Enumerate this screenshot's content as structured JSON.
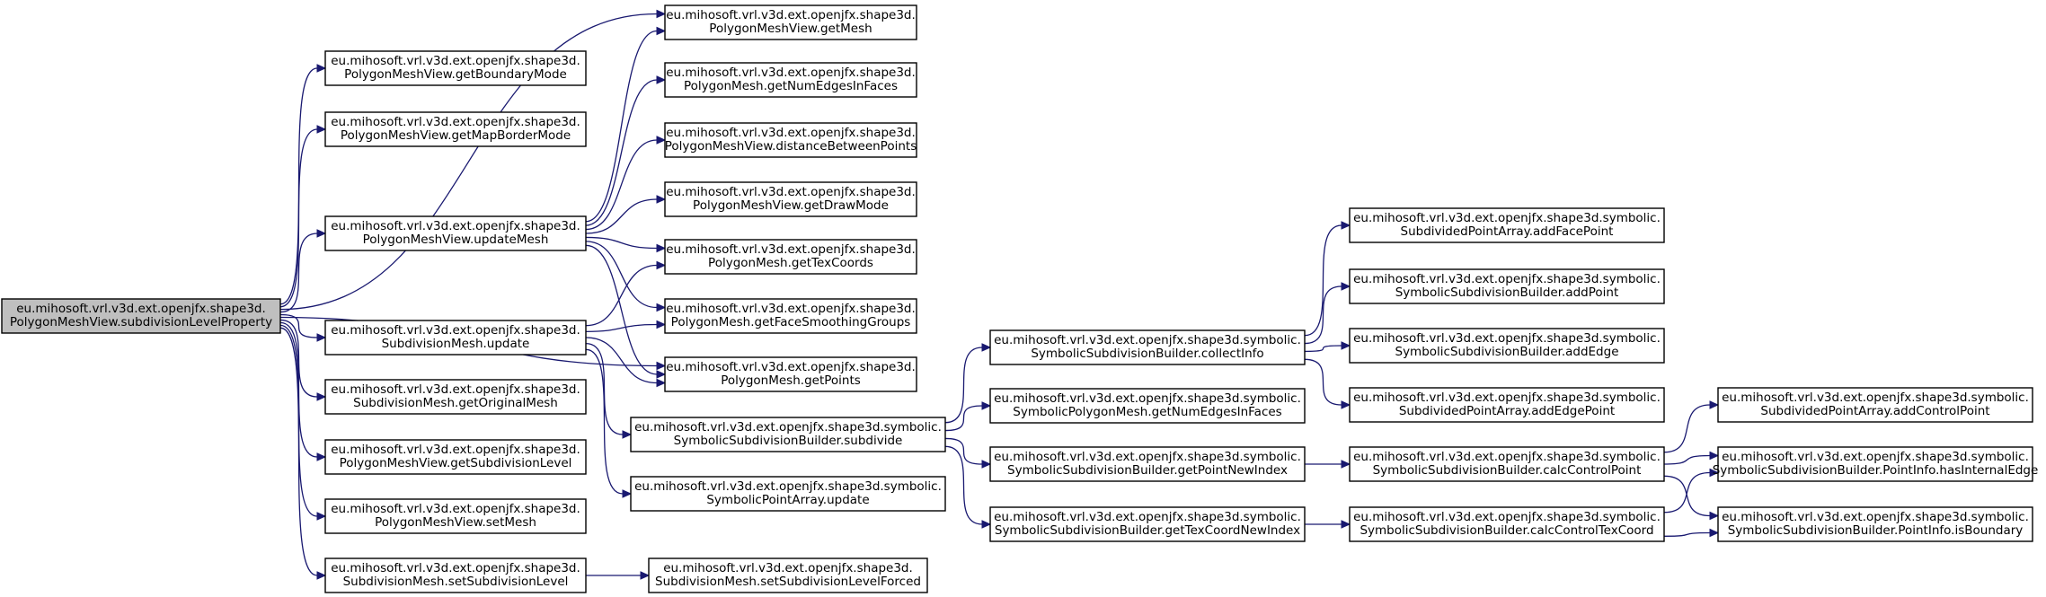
{
  "colors": {
    "edge": "#191970",
    "node_border": "#000000",
    "root_fill": "#bfbfbf",
    "node_fill": "#ffffff"
  },
  "nodes": [
    {
      "id": "root",
      "root": true,
      "line1": "eu.mihosoft.vrl.v3d.ext.openjfx.shape3d.",
      "line2": "PolygonMeshView.subdivisionLevelProperty"
    },
    {
      "id": "getBoundaryMode",
      "line1": "eu.mihosoft.vrl.v3d.ext.openjfx.shape3d.",
      "line2": "PolygonMeshView.getBoundaryMode"
    },
    {
      "id": "getMapBorderMode",
      "line1": "eu.mihosoft.vrl.v3d.ext.openjfx.shape3d.",
      "line2": "PolygonMeshView.getMapBorderMode"
    },
    {
      "id": "updateMesh",
      "line1": "eu.mihosoft.vrl.v3d.ext.openjfx.shape3d.",
      "line2": "PolygonMeshView.updateMesh"
    },
    {
      "id": "smUpdate",
      "line1": "eu.mihosoft.vrl.v3d.ext.openjfx.shape3d.",
      "line2": "SubdivisionMesh.update"
    },
    {
      "id": "getOriginalMesh",
      "line1": "eu.mihosoft.vrl.v3d.ext.openjfx.shape3d.",
      "line2": "SubdivisionMesh.getOriginalMesh"
    },
    {
      "id": "getSubdivisionLevel",
      "line1": "eu.mihosoft.vrl.v3d.ext.openjfx.shape3d.",
      "line2": "PolygonMeshView.getSubdivisionLevel"
    },
    {
      "id": "setMesh",
      "line1": "eu.mihosoft.vrl.v3d.ext.openjfx.shape3d.",
      "line2": "PolygonMeshView.setMesh"
    },
    {
      "id": "setSubdivisionLevel",
      "line1": "eu.mihosoft.vrl.v3d.ext.openjfx.shape3d.",
      "line2": "SubdivisionMesh.setSubdivisionLevel"
    },
    {
      "id": "getMesh",
      "line1": "eu.mihosoft.vrl.v3d.ext.openjfx.shape3d.",
      "line2": "PolygonMeshView.getMesh"
    },
    {
      "id": "getNumEdgesInFaces",
      "line1": "eu.mihosoft.vrl.v3d.ext.openjfx.shape3d.",
      "line2": "PolygonMesh.getNumEdgesInFaces"
    },
    {
      "id": "distanceBetweenPoints",
      "line1": "eu.mihosoft.vrl.v3d.ext.openjfx.shape3d.",
      "line2": "PolygonMeshView.distanceBetweenPoints"
    },
    {
      "id": "getDrawMode",
      "line1": "eu.mihosoft.vrl.v3d.ext.openjfx.shape3d.",
      "line2": "PolygonMeshView.getDrawMode"
    },
    {
      "id": "getTexCoords",
      "line1": "eu.mihosoft.vrl.v3d.ext.openjfx.shape3d.",
      "line2": "PolygonMesh.getTexCoords"
    },
    {
      "id": "getFaceSmoothingGroups",
      "line1": "eu.mihosoft.vrl.v3d.ext.openjfx.shape3d.",
      "line2": "PolygonMesh.getFaceSmoothingGroups"
    },
    {
      "id": "getPoints",
      "line1": "eu.mihosoft.vrl.v3d.ext.openjfx.shape3d.",
      "line2": "PolygonMesh.getPoints"
    },
    {
      "id": "subdivide",
      "line1": "eu.mihosoft.vrl.v3d.ext.openjfx.shape3d.symbolic.",
      "line2": "SymbolicSubdivisionBuilder.subdivide"
    },
    {
      "id": "spaUpdate",
      "line1": "eu.mihosoft.vrl.v3d.ext.openjfx.shape3d.symbolic.",
      "line2": "SymbolicPointArray.update"
    },
    {
      "id": "setSubdivisionLevelForced",
      "line1": "eu.mihosoft.vrl.v3d.ext.openjfx.shape3d.",
      "line2": "SubdivisionMesh.setSubdivisionLevelForced"
    },
    {
      "id": "collectInfo",
      "line1": "eu.mihosoft.vrl.v3d.ext.openjfx.shape3d.symbolic.",
      "line2": "SymbolicSubdivisionBuilder.collectInfo"
    },
    {
      "id": "symGetNumEdges",
      "line1": "eu.mihosoft.vrl.v3d.ext.openjfx.shape3d.symbolic.",
      "line2": "SymbolicPolygonMesh.getNumEdgesInFaces"
    },
    {
      "id": "getPointNewIndex",
      "line1": "eu.mihosoft.vrl.v3d.ext.openjfx.shape3d.symbolic.",
      "line2": "SymbolicSubdivisionBuilder.getPointNewIndex"
    },
    {
      "id": "getTexCoordNewIndex",
      "line1": "eu.mihosoft.vrl.v3d.ext.openjfx.shape3d.symbolic.",
      "line2": "SymbolicSubdivisionBuilder.getTexCoordNewIndex"
    },
    {
      "id": "addFacePoint",
      "line1": "eu.mihosoft.vrl.v3d.ext.openjfx.shape3d.symbolic.",
      "line2": "SubdividedPointArray.addFacePoint"
    },
    {
      "id": "addPoint",
      "line1": "eu.mihosoft.vrl.v3d.ext.openjfx.shape3d.symbolic.",
      "line2": "SymbolicSubdivisionBuilder.addPoint"
    },
    {
      "id": "addEdge",
      "line1": "eu.mihosoft.vrl.v3d.ext.openjfx.shape3d.symbolic.",
      "line2": "SymbolicSubdivisionBuilder.addEdge"
    },
    {
      "id": "addEdgePoint",
      "line1": "eu.mihosoft.vrl.v3d.ext.openjfx.shape3d.symbolic.",
      "line2": "SubdividedPointArray.addEdgePoint"
    },
    {
      "id": "calcControlPoint",
      "line1": "eu.mihosoft.vrl.v3d.ext.openjfx.shape3d.symbolic.",
      "line2": "SymbolicSubdivisionBuilder.calcControlPoint"
    },
    {
      "id": "calcControlTexCoord",
      "line1": "eu.mihosoft.vrl.v3d.ext.openjfx.shape3d.symbolic.",
      "line2": "SymbolicSubdivisionBuilder.calcControlTexCoord"
    },
    {
      "id": "addControlPoint",
      "line1": "eu.mihosoft.vrl.v3d.ext.openjfx.shape3d.symbolic.",
      "line2": "SubdividedPointArray.addControlPoint"
    },
    {
      "id": "hasInternalEdge",
      "line1": "eu.mihosoft.vrl.v3d.ext.openjfx.shape3d.symbolic.",
      "line2": "SymbolicSubdivisionBuilder.PointInfo.hasInternalEdge"
    },
    {
      "id": "isBoundary",
      "line1": "eu.mihosoft.vrl.v3d.ext.openjfx.shape3d.symbolic.",
      "line2": "SymbolicSubdivisionBuilder.PointInfo.isBoundary"
    }
  ],
  "edges": [
    {
      "from": "root",
      "to": "getBoundaryMode"
    },
    {
      "from": "root",
      "to": "getMapBorderMode"
    },
    {
      "from": "root",
      "to": "getMesh"
    },
    {
      "from": "root",
      "to": "updateMesh"
    },
    {
      "from": "root",
      "to": "smUpdate"
    },
    {
      "from": "root",
      "to": "getPoints"
    },
    {
      "from": "root",
      "to": "getOriginalMesh"
    },
    {
      "from": "root",
      "to": "getSubdivisionLevel"
    },
    {
      "from": "root",
      "to": "setMesh"
    },
    {
      "from": "root",
      "to": "setSubdivisionLevel"
    },
    {
      "from": "updateMesh",
      "to": "getMesh"
    },
    {
      "from": "updateMesh",
      "to": "getNumEdgesInFaces"
    },
    {
      "from": "updateMesh",
      "to": "distanceBetweenPoints"
    },
    {
      "from": "updateMesh",
      "to": "getDrawMode"
    },
    {
      "from": "updateMesh",
      "to": "getTexCoords"
    },
    {
      "from": "updateMesh",
      "to": "getFaceSmoothingGroups"
    },
    {
      "from": "updateMesh",
      "to": "getPoints"
    },
    {
      "from": "smUpdate",
      "to": "getTexCoords"
    },
    {
      "from": "smUpdate",
      "to": "getFaceSmoothingGroups"
    },
    {
      "from": "smUpdate",
      "to": "getPoints"
    },
    {
      "from": "smUpdate",
      "to": "subdivide"
    },
    {
      "from": "smUpdate",
      "to": "spaUpdate"
    },
    {
      "from": "setSubdivisionLevel",
      "to": "setSubdivisionLevelForced"
    },
    {
      "from": "subdivide",
      "to": "collectInfo"
    },
    {
      "from": "subdivide",
      "to": "symGetNumEdges"
    },
    {
      "from": "subdivide",
      "to": "getPointNewIndex"
    },
    {
      "from": "subdivide",
      "to": "getTexCoordNewIndex"
    },
    {
      "from": "collectInfo",
      "to": "addFacePoint"
    },
    {
      "from": "collectInfo",
      "to": "addPoint"
    },
    {
      "from": "collectInfo",
      "to": "addEdge"
    },
    {
      "from": "collectInfo",
      "to": "addEdgePoint"
    },
    {
      "from": "getPointNewIndex",
      "to": "calcControlPoint"
    },
    {
      "from": "getTexCoordNewIndex",
      "to": "calcControlTexCoord"
    },
    {
      "from": "calcControlPoint",
      "to": "addControlPoint"
    },
    {
      "from": "calcControlPoint",
      "to": "hasInternalEdge"
    },
    {
      "from": "calcControlPoint",
      "to": "isBoundary"
    },
    {
      "from": "calcControlTexCoord",
      "to": "hasInternalEdge"
    },
    {
      "from": "calcControlTexCoord",
      "to": "isBoundary"
    }
  ]
}
